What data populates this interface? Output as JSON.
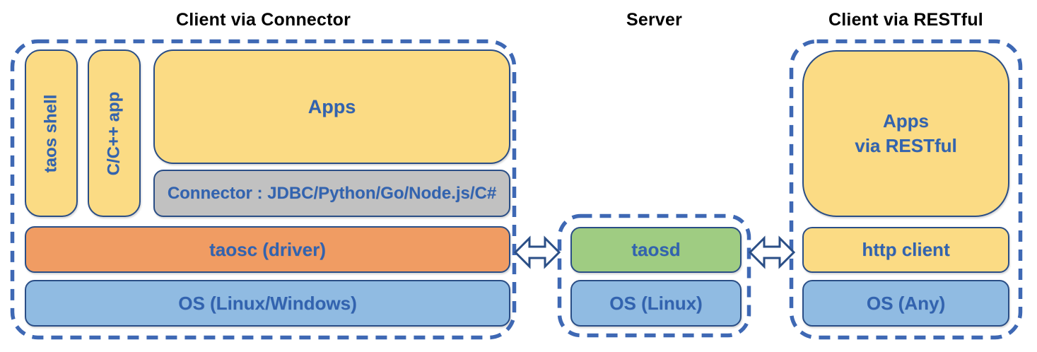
{
  "diagram": {
    "sections": {
      "client_connector": {
        "title": "Client via Connector",
        "taos_shell": "taos shell",
        "cpp_app": "C/C++ app",
        "apps": "Apps",
        "connector": "Connector : JDBC/Python/Go/Node.js/C#",
        "taosc": "taosc (driver)",
        "os": "OS (Linux/Windows)"
      },
      "server": {
        "title": "Server",
        "taosd": "taosd",
        "os": "OS (Linux)"
      },
      "client_restful": {
        "title": "Client via RESTful",
        "apps": "Apps\nvia RESTful",
        "http_client": "http client",
        "os": "OS (Any)"
      }
    },
    "icons": {
      "left_connection": "double-headed-arrow",
      "right_connection": "double-headed-arrow"
    },
    "colors": {
      "box_yellow": "#FBDB84",
      "box_orange": "#F09C63",
      "box_blue": "#90BBE2",
      "box_green": "#9FCC82",
      "box_gray": "#C1C1C1",
      "box_border_navy": "#2A4E86",
      "dashed_border_blue": "#3E68B4",
      "label_blue": "#3263AF",
      "title_black": "#000000"
    }
  }
}
